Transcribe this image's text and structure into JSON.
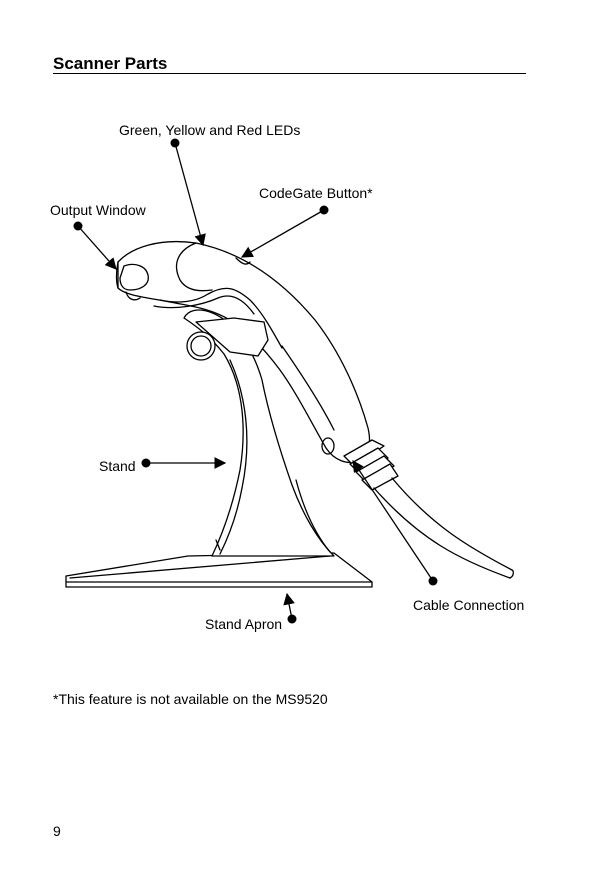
{
  "heading": "Scanner Parts",
  "labels": {
    "leds": "Green, Yellow and Red LEDs",
    "codegate": "CodeGate Button*",
    "output_window": "Output Window",
    "stand": "Stand",
    "stand_apron": "Stand Apron",
    "cable_connection": "Cable Connection"
  },
  "footnote": "*This feature is not available on the MS9520",
  "page_number": "9"
}
